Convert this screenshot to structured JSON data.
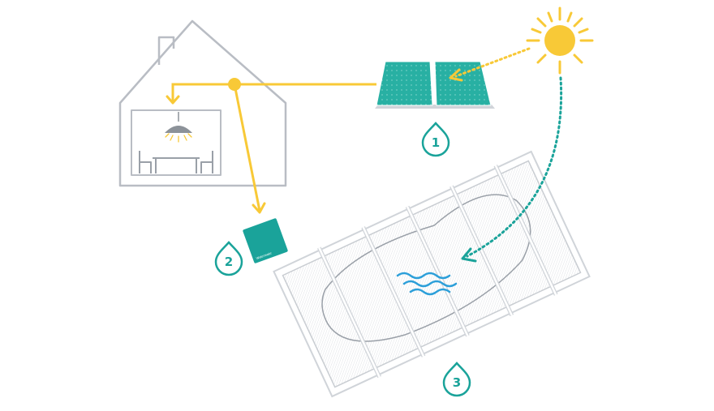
{
  "badges": [
    {
      "number": "1"
    },
    {
      "number": "2"
    },
    {
      "number": "3"
    }
  ],
  "device": {
    "brand_text": "Watermatic"
  },
  "colors": {
    "teal": "#1aa39a",
    "sun_yellow": "#f8c937",
    "line_gray": "#b9bdc4",
    "water_blue": "#2c9fd9"
  },
  "icons": [
    "house-icon",
    "solar-panel-icon",
    "sun-icon",
    "pool-cover-icon",
    "control-box-icon",
    "lamp-icon",
    "water-waves-icon"
  ]
}
